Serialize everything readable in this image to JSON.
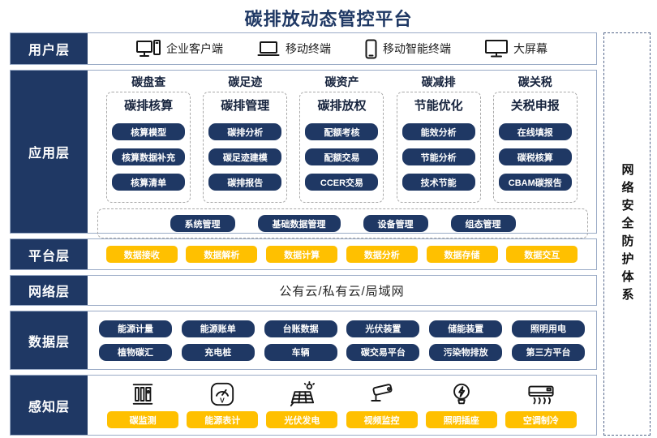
{
  "title": "碳排放动态管控平台",
  "security_sidebar": {
    "label": "网络安全防护体系"
  },
  "colors": {
    "navy": "#1F3864",
    "orange": "#FFC000",
    "border": "#9AABC6",
    "dashed": "#A9A9A9"
  },
  "layers": {
    "user": {
      "label": "用户层",
      "items": [
        {
          "icon": "desktop-pc-icon",
          "label": "企业客户端"
        },
        {
          "icon": "laptop-icon",
          "label": "移动终端"
        },
        {
          "icon": "smartphone-icon",
          "label": "移动智能终端"
        },
        {
          "icon": "big-screen-icon",
          "label": "大屏幕"
        }
      ]
    },
    "app": {
      "label": "应用层",
      "columns": [
        {
          "header": "碳盘查",
          "subtitle": "碳排核算",
          "buttons": [
            "核算模型",
            "核算数据补充",
            "核算清单"
          ]
        },
        {
          "header": "碳足迹",
          "subtitle": "碳排管理",
          "buttons": [
            "碳排分析",
            "碳足迹建模",
            "碳排报告"
          ]
        },
        {
          "header": "碳资产",
          "subtitle": "碳排放权",
          "buttons": [
            "配额考核",
            "配额交易",
            "CCER交易"
          ]
        },
        {
          "header": "碳减排",
          "subtitle": "节能优化",
          "buttons": [
            "能效分析",
            "节能分析",
            "技术节能"
          ]
        },
        {
          "header": "碳关税",
          "subtitle": "关税申报",
          "buttons": [
            "在线填报",
            "碳税核算",
            "CBAM碳报告"
          ]
        }
      ],
      "bottom_buttons": [
        "系统管理",
        "基础数据管理",
        "设备管理",
        "组态管理"
      ]
    },
    "platform": {
      "label": "平台层",
      "buttons": [
        "数据接收",
        "数据解析",
        "数据计算",
        "数据分析",
        "数据存储",
        "数据交互"
      ]
    },
    "network": {
      "label": "网络层",
      "text": "公有云/私有云/局域网"
    },
    "data": {
      "label": "数据层",
      "rows": [
        [
          "能源计量",
          "能源账单",
          "台账数据",
          "光伏装置",
          "储能装置",
          "照明用电"
        ],
        [
          "植物碳汇",
          "充电桩",
          "车辆",
          "碳交易平台",
          "污染物排放",
          "第三方平台"
        ]
      ]
    },
    "sense": {
      "label": "感知层",
      "items": [
        {
          "icon": "carbon-monitor-icon",
          "label": "碳监测"
        },
        {
          "icon": "energy-meter-icon",
          "label": "能源表计"
        },
        {
          "icon": "solar-panel-icon",
          "label": "光伏发电"
        },
        {
          "icon": "cctv-camera-icon",
          "label": "视频监控"
        },
        {
          "icon": "light-bulb-icon",
          "label": "照明插座"
        },
        {
          "icon": "air-conditioner-icon",
          "label": "空调制冷"
        }
      ]
    }
  }
}
